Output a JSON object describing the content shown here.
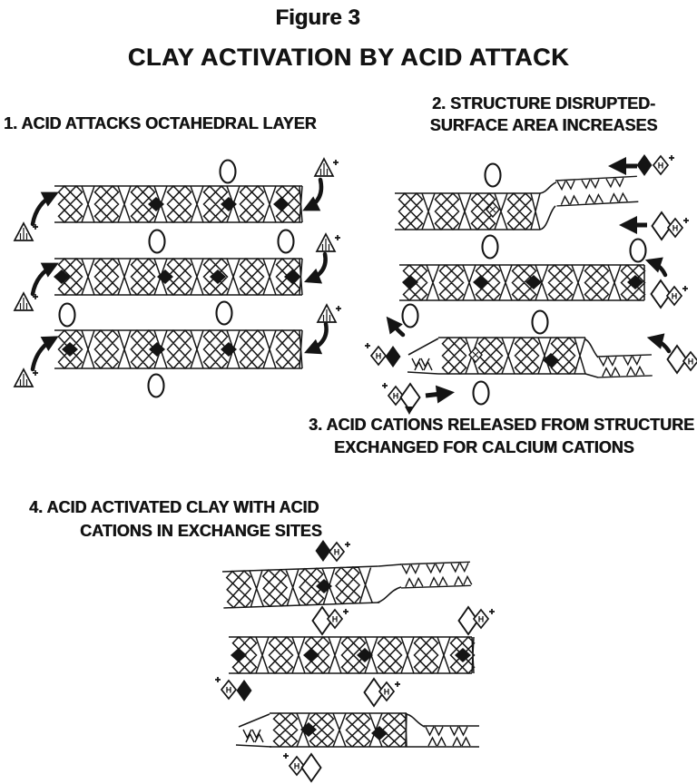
{
  "figure": {
    "label": "Figure 3",
    "title": "CLAY ACTIVATION BY ACID ATTACK"
  },
  "steps": {
    "s1": {
      "text": "1. ACID ATTACKS OCTAHEDRAL LAYER"
    },
    "s2": {
      "line1": "2. STRUCTURE DISRUPTED-",
      "line2": "SURFACE AREA INCREASES"
    },
    "s3": {
      "line1": "3. ACID CATIONS RELEASED FROM STRUCTURE",
      "line2": "EXCHANGED FOR CALCIUM CATIONS"
    },
    "s4": {
      "line1": "4. ACID ACTIVATED CLAY WITH ACID",
      "line2": "CATIONS IN EXCHANGE SITES"
    }
  },
  "symbols": {
    "h": "H",
    "plus": "+",
    "ink": "#141414"
  }
}
